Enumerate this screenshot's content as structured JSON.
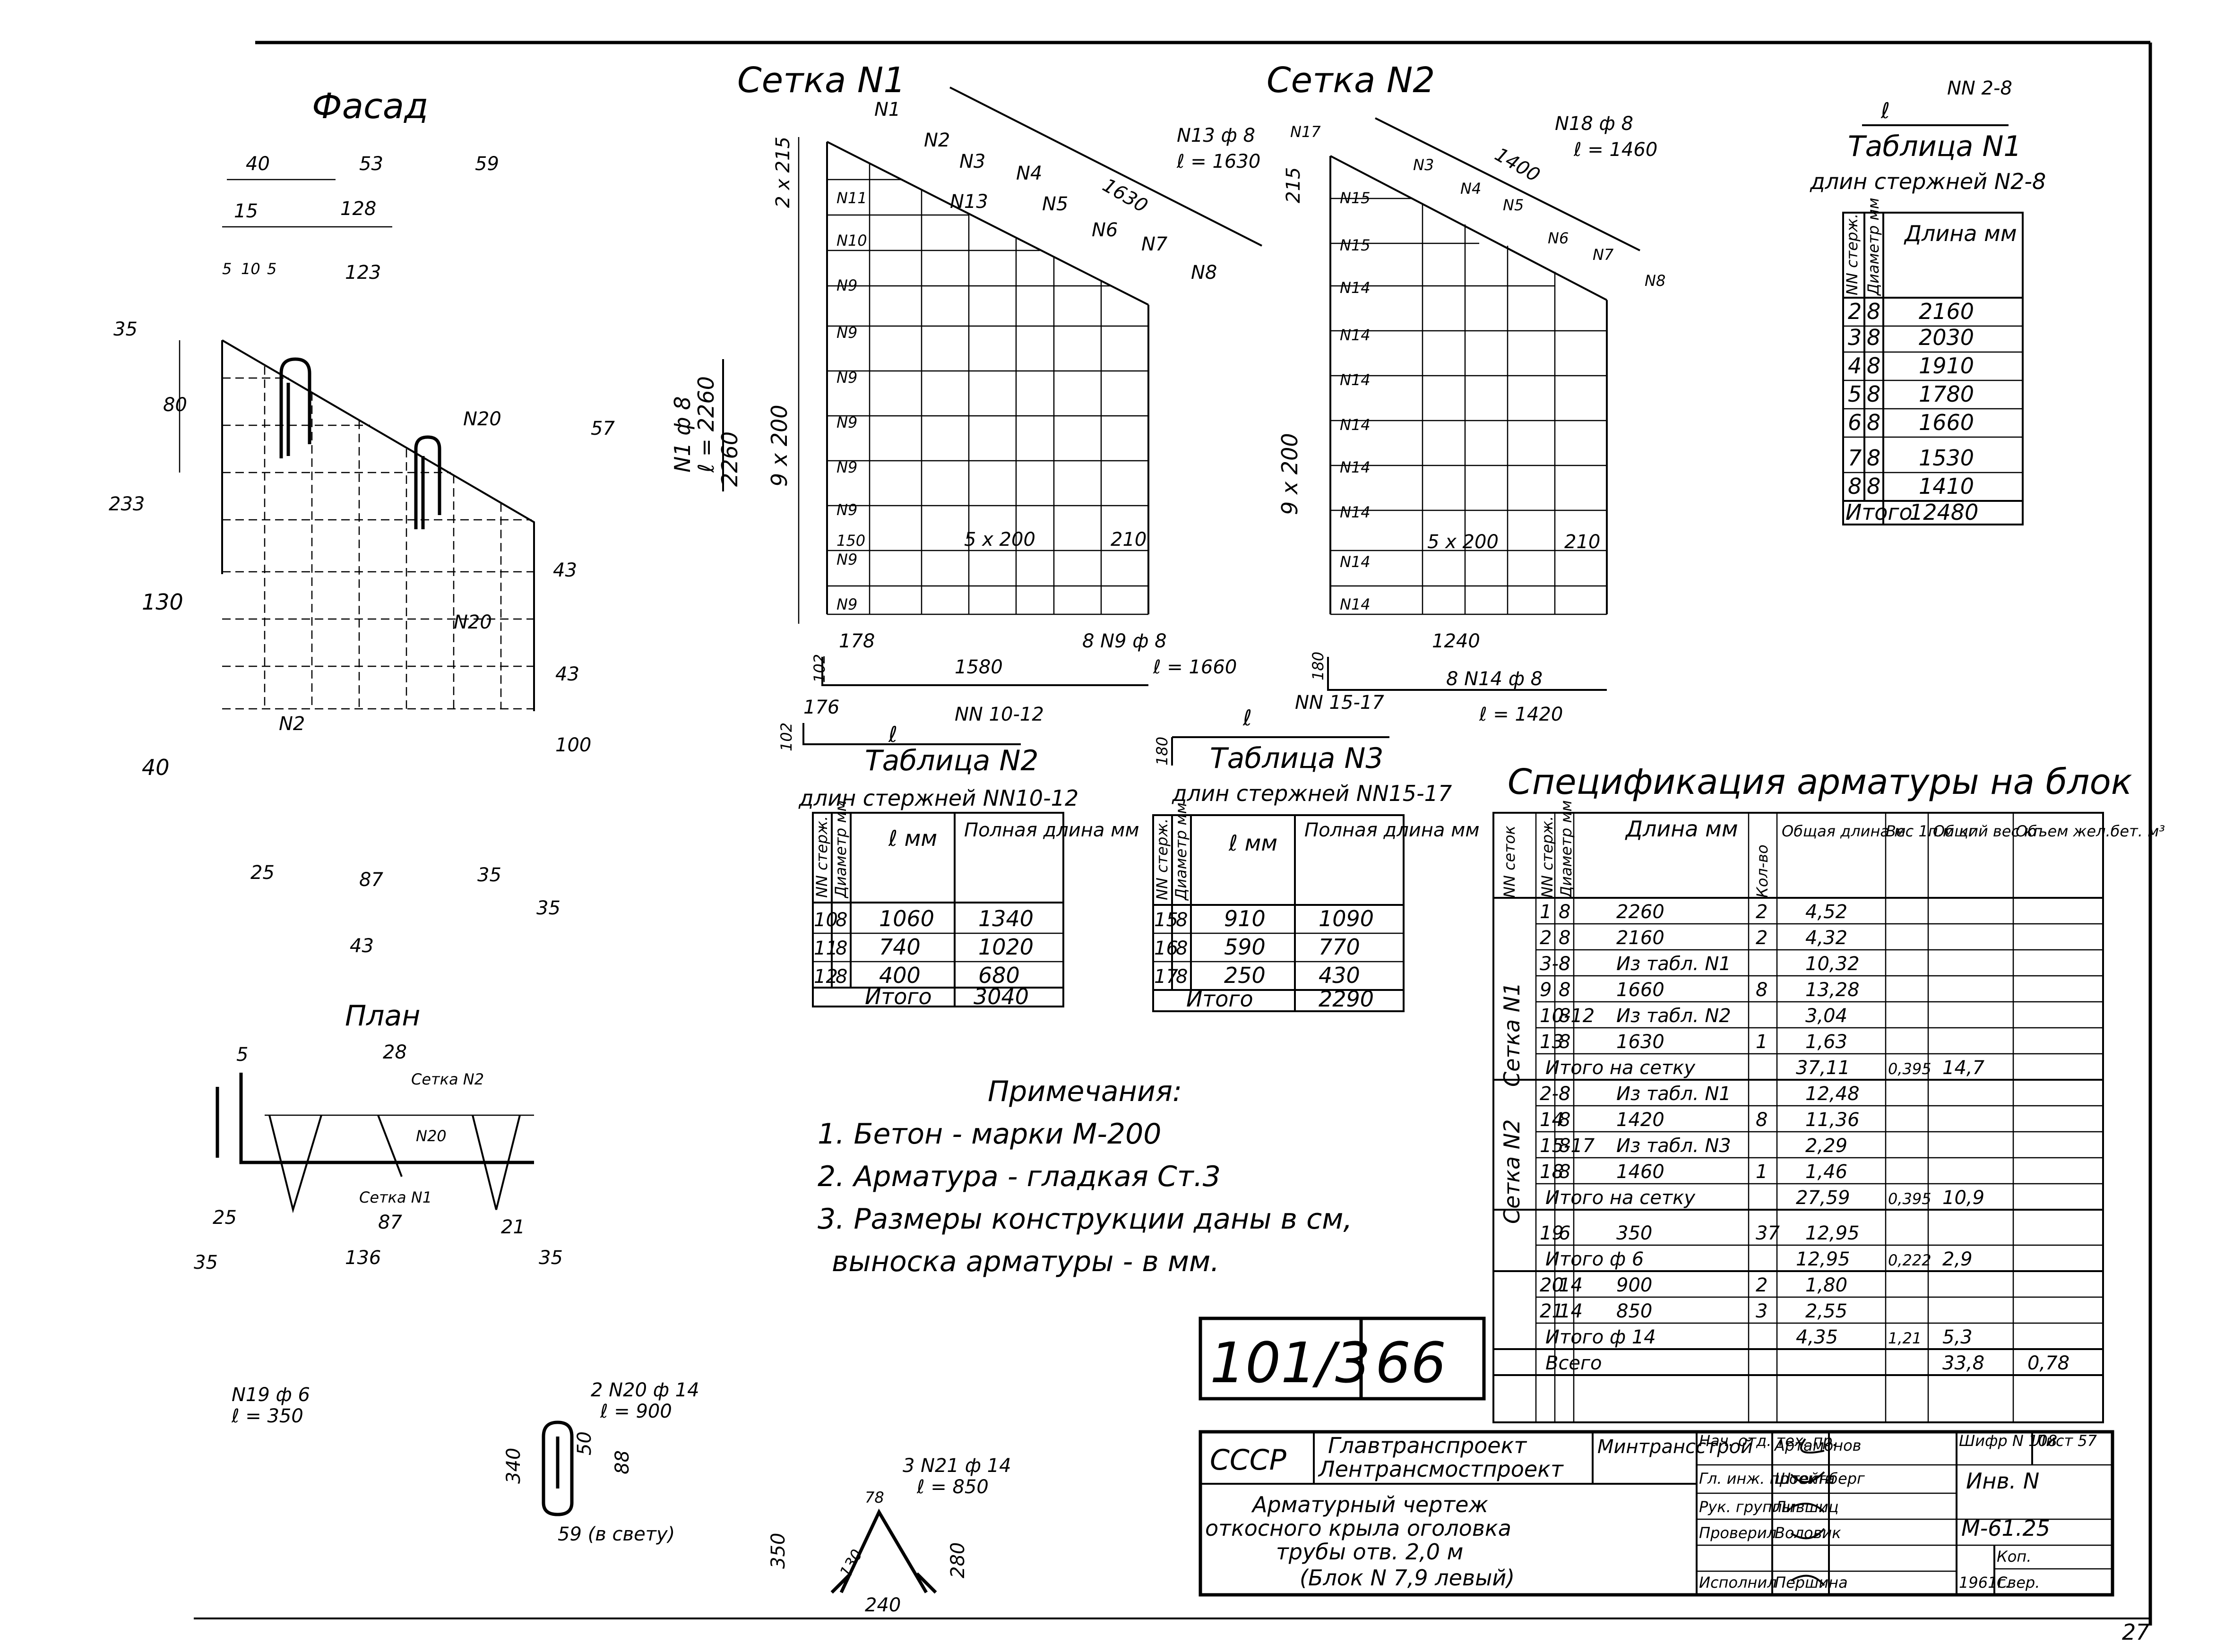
{
  "facade": {
    "title": "Фасад",
    "dims_top": [
      "40",
      "53",
      "59",
      "15",
      "128",
      "5",
      "10",
      "5",
      "123"
    ],
    "left_dims": [
      "35",
      "80",
      "233",
      "130",
      "40"
    ],
    "right_dims": [
      "57",
      "43",
      "100",
      "43"
    ],
    "bottom_dims": [
      "25",
      "87",
      "35",
      "35",
      "43"
    ],
    "labels": [
      "N20",
      "N20",
      "N2"
    ],
    "callout": {
      "mark": "N1 ф 8",
      "length": "ℓ = 2260",
      "dim": "2260"
    }
  },
  "plan": {
    "title": "План",
    "labels": [
      "Сетка N2",
      "Сетка N1",
      "N20"
    ],
    "dims_top": [
      "5",
      "28"
    ],
    "dims_bottom": [
      "25",
      "87",
      "21",
      "136",
      "35",
      "35"
    ]
  },
  "mesh1": {
    "title": "Сетка N1",
    "top_bars": [
      "N1",
      "N2",
      "N3",
      "N4",
      "N5",
      "N6",
      "N7",
      "N8",
      "N13"
    ],
    "diag_len": "1630",
    "bar13": {
      "mark": "N13 ф 8",
      "length": "ℓ = 1630"
    },
    "dim_top": "2 x 215",
    "dim_side": "9 x 200",
    "rows": [
      "N11",
      "N10",
      "N9",
      "N9",
      "N9",
      "N9",
      "N9",
      "N9",
      "N9",
      "N9"
    ],
    "step_label": "5 x 200",
    "dim_210": "210",
    "dim_150": "150",
    "bottom_bar": {
      "dim_left": "178",
      "length": "1580",
      "mark": "8 N9 ф 8",
      "len_label": "ℓ = 1660",
      "hook": "102"
    }
  },
  "mesh2": {
    "title": "Сетка N2",
    "top_bars": [
      "N17",
      "N3",
      "N4",
      "N5",
      "N6",
      "N7",
      "N8"
    ],
    "bar18": {
      "mark": "N18 ф 8",
      "length": "ℓ = 1460"
    },
    "diag_len": "1400",
    "dim_top": "215",
    "dim_side": "9 x 200",
    "rows": [
      "N15",
      "N15",
      "N14",
      "N14",
      "N14",
      "N14",
      "N14",
      "N14",
      "N14",
      "N14"
    ],
    "step_label": "5 x 200",
    "dim_210": "210",
    "bottom_bar": {
      "length": "1240",
      "mark": "8 N14 ф 8",
      "len_label": "ℓ = 1420",
      "hook": "180"
    }
  },
  "table1": {
    "header_bar": {
      "letter": "ℓ",
      "label": "NN 2-8"
    },
    "title": "Таблица N1",
    "subtitle": "длин стержней N2-8",
    "columns": [
      "NN стерж.",
      "Диаметр мм",
      "Длина мм"
    ],
    "rows": [
      [
        "2",
        "8",
        "2160"
      ],
      [
        "3",
        "8",
        "2030"
      ],
      [
        "4",
        "8",
        "1910"
      ],
      [
        "5",
        "8",
        "1780"
      ],
      [
        "6",
        "8",
        "1660"
      ],
      [
        "7",
        "8",
        "1530"
      ],
      [
        "8",
        "8",
        "1410"
      ]
    ],
    "total_label": "Итого",
    "total_value": "12480"
  },
  "table2": {
    "header_bar": {
      "dim": "176",
      "mark": "NN 10-12",
      "letter": "ℓ",
      "hook": "102"
    },
    "title": "Таблица N2",
    "subtitle": "длин стержней NN10-12",
    "columns": [
      "NN стерж.",
      "Диаметр мм",
      "ℓ мм",
      "Полная длина мм"
    ],
    "rows": [
      [
        "10",
        "8",
        "1060",
        "1340"
      ],
      [
        "11",
        "8",
        "740",
        "1020"
      ],
      [
        "12",
        "8",
        "400",
        "680"
      ]
    ],
    "total_label": "Итого",
    "total_value": "3040"
  },
  "table3": {
    "header_bar": {
      "letter": "ℓ",
      "mark": "NN 15-17",
      "hook": "180"
    },
    "title": "Таблица N3",
    "subtitle": "длин стержней NN15-17",
    "columns": [
      "NN стерж.",
      "Диаметр мм",
      "ℓ мм",
      "Полная длина мм"
    ],
    "rows": [
      [
        "15",
        "8",
        "910",
        "1090"
      ],
      [
        "16",
        "8",
        "590",
        "770"
      ],
      [
        "17",
        "8",
        "250",
        "430"
      ]
    ],
    "total_label": "Итого",
    "total_value": "2290"
  },
  "spec": {
    "title": "Спецификация арматуры на блок",
    "columns": [
      "NN сеток",
      "NN стерж.",
      "Диаметр мм",
      "Длина мм",
      "Кол-во",
      "Общая длина м",
      "Вес 1п.м кг",
      "Общий вес кг",
      "Объем жел.бет. м³"
    ],
    "group1_label": "Сетка N1",
    "group1": [
      [
        "1",
        "8",
        "2260",
        "2",
        "4,52"
      ],
      [
        "2",
        "8",
        "2160",
        "2",
        "4,32"
      ],
      [
        "3-8",
        "8",
        "Из табл. N1",
        "",
        "10,32"
      ],
      [
        "9",
        "8",
        "1660",
        "8",
        "13,28"
      ],
      [
        "10-12",
        "8",
        "Из табл. N2",
        "",
        "3,04"
      ],
      [
        "13",
        "8",
        "1630",
        "1",
        "1,63"
      ]
    ],
    "group1_total": {
      "label": "Итого на сетку",
      "len": "37,11",
      "w": "0,395",
      "total": "14,7"
    },
    "group2_label": "Сетка N2",
    "group2": [
      [
        "2-8",
        "8",
        "Из табл. N1",
        "",
        "12,48"
      ],
      [
        "14",
        "8",
        "1420",
        "8",
        "11,36"
      ],
      [
        "15-17",
        "8",
        "Из табл. N3",
        "",
        "2,29"
      ],
      [
        "18",
        "8",
        "1460",
        "1",
        "1,46"
      ]
    ],
    "group2_total": {
      "label": "Итого на сетку",
      "len": "27,59",
      "w": "0,395",
      "total": "10,9"
    },
    "row19": [
      "19",
      "6",
      "350",
      "37",
      "12,95"
    ],
    "total6": {
      "label": "Итого ф 6",
      "len": "12,95",
      "w": "0,222",
      "total": "2,9"
    },
    "row20": [
      "20",
      "14",
      "900",
      "2",
      "1,80"
    ],
    "row21": [
      "21",
      "14",
      "850",
      "3",
      "2,55"
    ],
    "total14": {
      "label": "Итого ф 14",
      "len": "4,35",
      "w": "1,21",
      "total": "5,3"
    },
    "grand": {
      "label": "Всего",
      "total": "33,8",
      "volume": "0,78"
    }
  },
  "notes": {
    "title": "Примечания:",
    "items": [
      "1. Бетон - марки М-200",
      "2. Арматура - гладкая Ст.3",
      "3. Размеры конструкции даны в см,",
      "выноска арматуры - в мм."
    ]
  },
  "code_box": {
    "series": "101/3",
    "page": "66"
  },
  "bar_details": {
    "n19": {
      "mark": "N19 ф 6",
      "len": "ℓ = 350"
    },
    "n20": {
      "mark": "2 N20 ф 14",
      "len": "ℓ = 900",
      "dims": [
        "340",
        "88",
        "50",
        "59 (в свету)"
      ]
    },
    "n21": {
      "mark": "3 N21 ф 14",
      "len": "ℓ = 850",
      "dims": [
        "350",
        "78",
        "280",
        "240",
        "130"
      ]
    }
  },
  "title_block": {
    "country": "СССР",
    "org1": "Главтрансп­роект",
    "org2": "Лентрансмостпроект",
    "ministry": "Минтрансстрой",
    "roles": [
      "Нач. отд. тех. пр.",
      "Гл. инж. проекта",
      "Рук. группы",
      "Проверил",
      "Исполнил"
    ],
    "names": [
      "Артамонов",
      "Штейнберг",
      "Лившиц",
      "Воловик",
      "Першина"
    ],
    "year": "1961г.",
    "title_lines": [
      "Арматурный чертеж",
      "откосного крыла оголовка",
      "трубы отв. 2,0 м",
      "(Блок N 7,9 левый)"
    ],
    "cipher_label": "Шифр N 108",
    "sheet_label": "Лист 57",
    "inv_label": "Инв. N",
    "code": "М-61.25",
    "copy_label": "Коп.",
    "check_label": "Свер."
  },
  "page_number": "27"
}
